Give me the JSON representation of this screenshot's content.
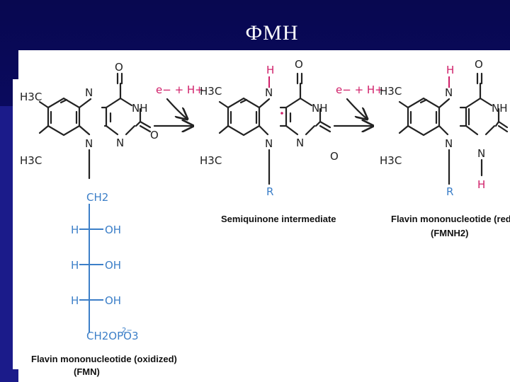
{
  "slide": {
    "title": "ФМН"
  },
  "atoms": {
    "h3c": "H3C",
    "n": "N",
    "nh": "NH",
    "o": "O",
    "h": "H",
    "r": "R",
    "ch2": "CH2",
    "oh": "OH",
    "ch2opo3": "CH2OPO3",
    "charge": "2−"
  },
  "reagents": {
    "step1": "e− + H+",
    "step2": "e− + H+"
  },
  "captions": {
    "oxidized_line1": "Flavin mononucleotide (oxidized)",
    "oxidized_line2": "(FMN)",
    "semiquinone": "Semiquinone intermediate",
    "reduced_line1": "Flavin mononucleotide (reduced)",
    "reduced_line2": "(FMNH2)"
  },
  "colors": {
    "background": "#0b0b66",
    "added_hydrogen": "#d0206a",
    "ribityl_chain": "#3c7fc8"
  }
}
